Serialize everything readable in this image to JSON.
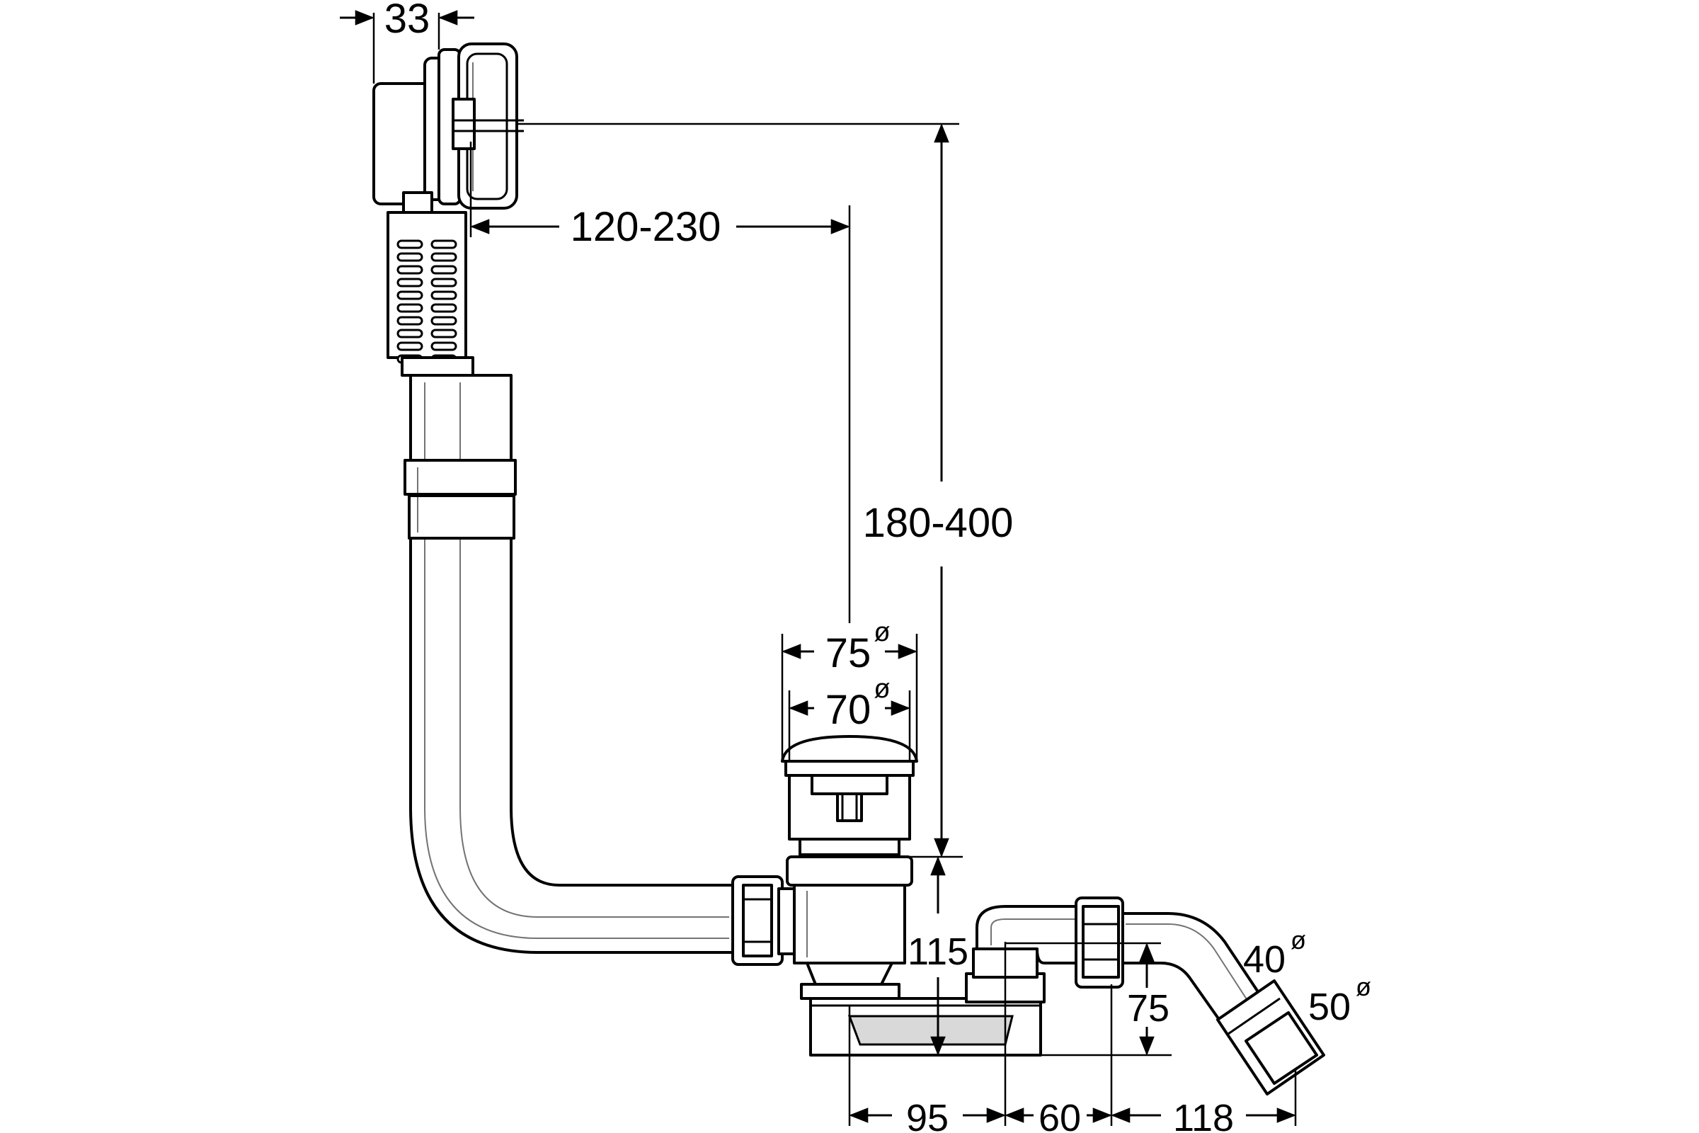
{
  "drawing": {
    "dimensions": {
      "overflow_width": "33",
      "horizontal_reach": "120-230",
      "vertical_reach": "180-400",
      "strainer_outer_diameter": "75",
      "strainer_inner_diameter": "70",
      "trap_height": "115",
      "outlet_drop": "75",
      "outlet_diameter_small": "40",
      "outlet_diameter_large": "50",
      "offset_trap": "95",
      "offset_outlet": "60",
      "offset_end": "118",
      "diameter_symbol": "ø"
    }
  }
}
